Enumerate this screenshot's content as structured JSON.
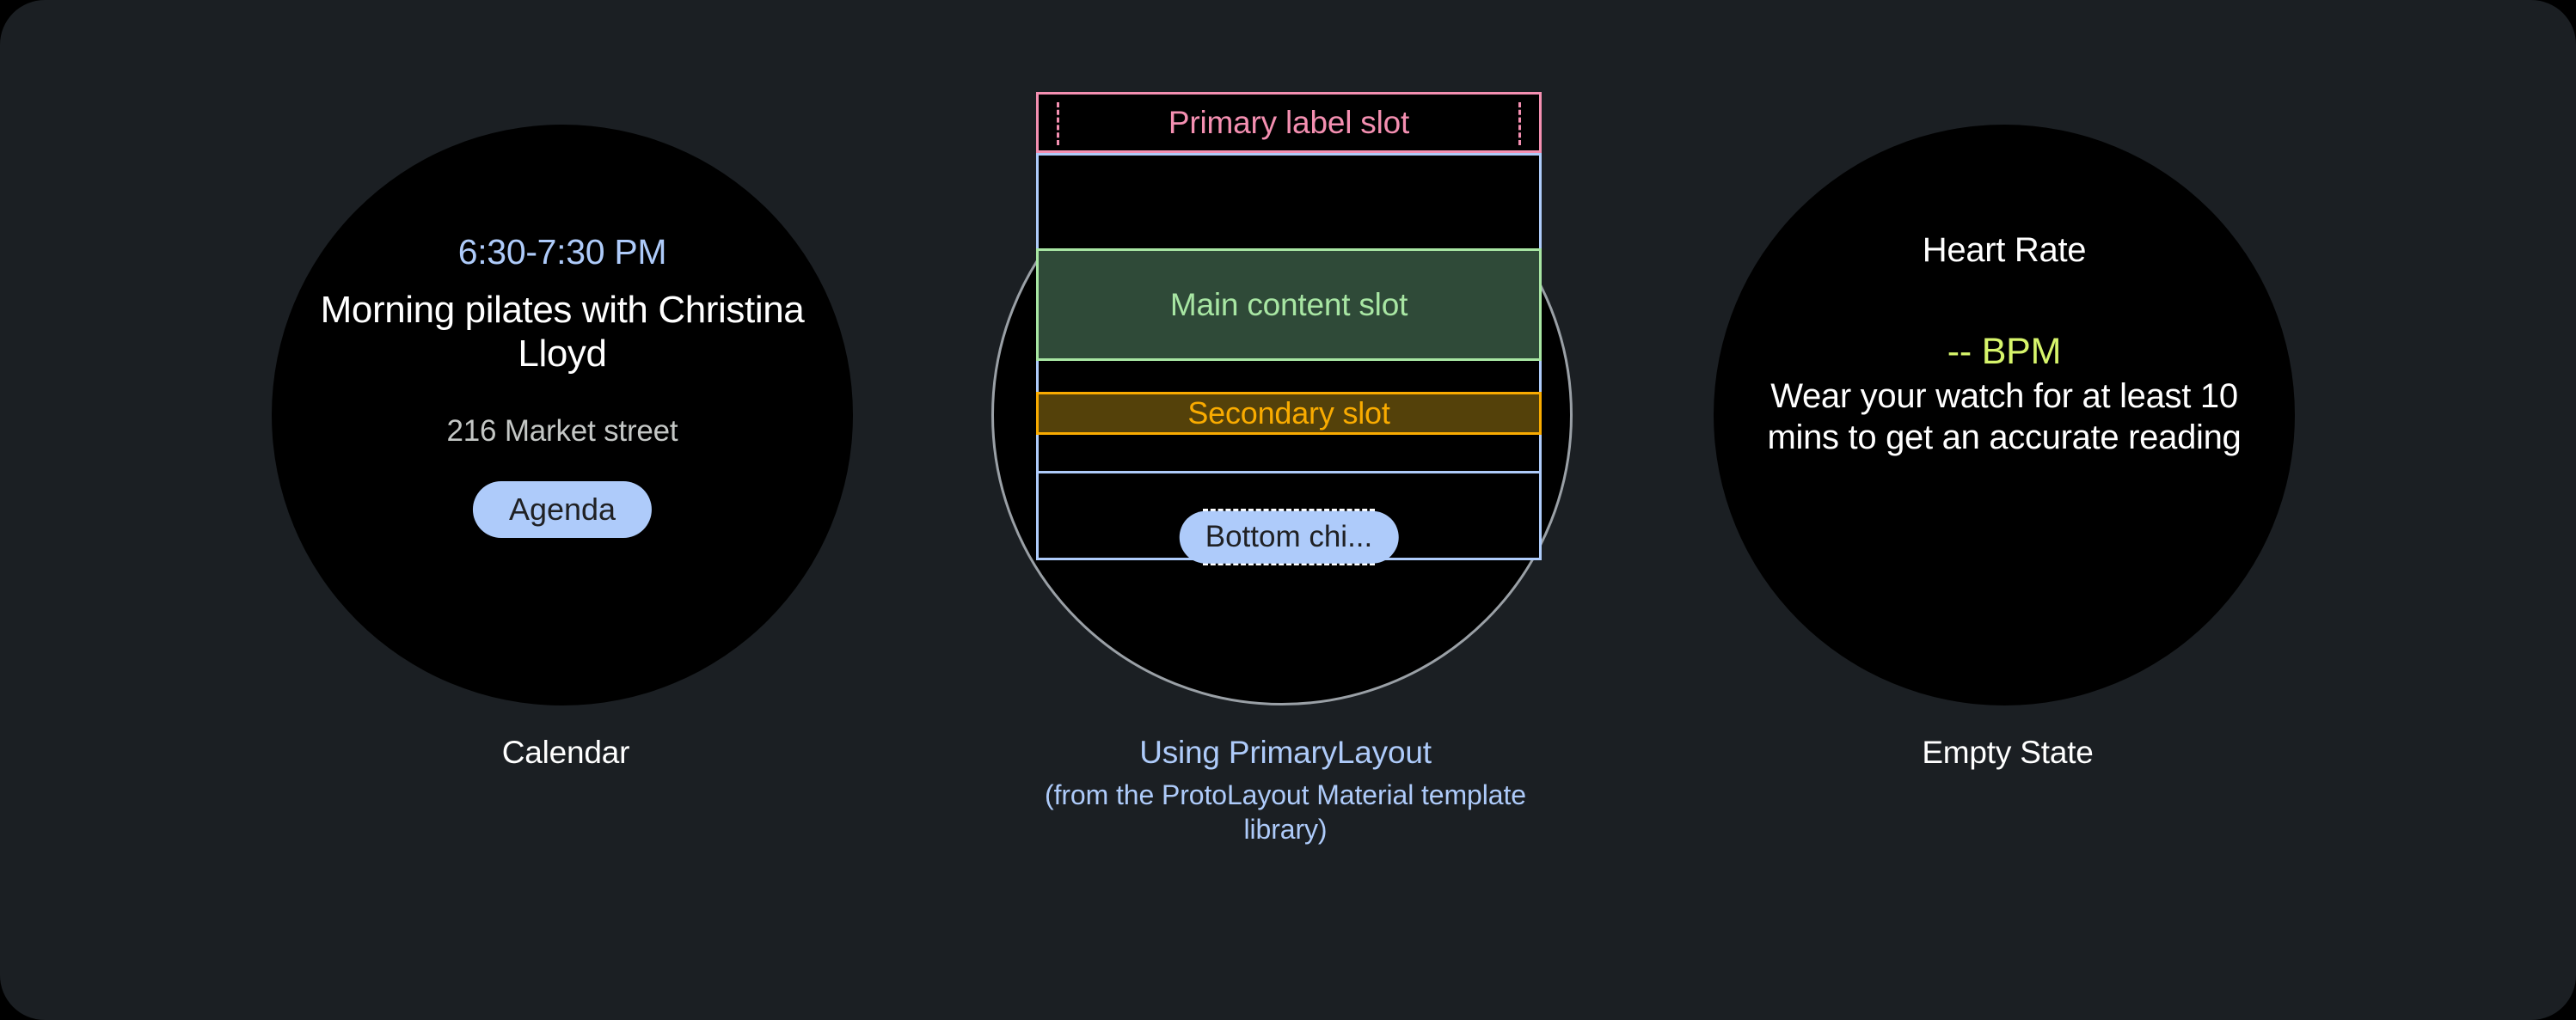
{
  "theme": {
    "page_background": "#1b1f23",
    "watch_background": "#000000",
    "accent_blue": "#aecbfa",
    "pink": "#f48fb1",
    "green": "#a8e6a3",
    "green_fill": "#2f4a38",
    "amber": "#f9ab00",
    "amber_fill": "#54410a",
    "lime": "#d7f56b",
    "outline_gray": "#9aa0a6",
    "text_white": "#ffffff",
    "text_muted": "#c4c7c5",
    "chip_text": "#202124"
  },
  "panels": [
    {
      "id": "calendar",
      "caption": "Calendar",
      "watch": {
        "time_range": "6:30-7:30 PM",
        "title": "Morning pilates with Christina Lloyd",
        "address": "216 Market street",
        "chip_label": "Agenda"
      }
    },
    {
      "id": "primary-layout-diagram",
      "caption": "Using PrimaryLayout",
      "caption_sub": "(from the ProtoLayout Material template library)",
      "slots": {
        "primary_label": "Primary label slot",
        "main_content": "Main content slot",
        "secondary": "Secondary slot",
        "bottom_chip": "Bottom chi..."
      }
    },
    {
      "id": "empty-state",
      "caption": "Empty State",
      "watch": {
        "title": "Heart Rate",
        "value": "-- BPM",
        "description": "Wear your watch for at least 10 mins to get an accurate reading"
      }
    }
  ]
}
